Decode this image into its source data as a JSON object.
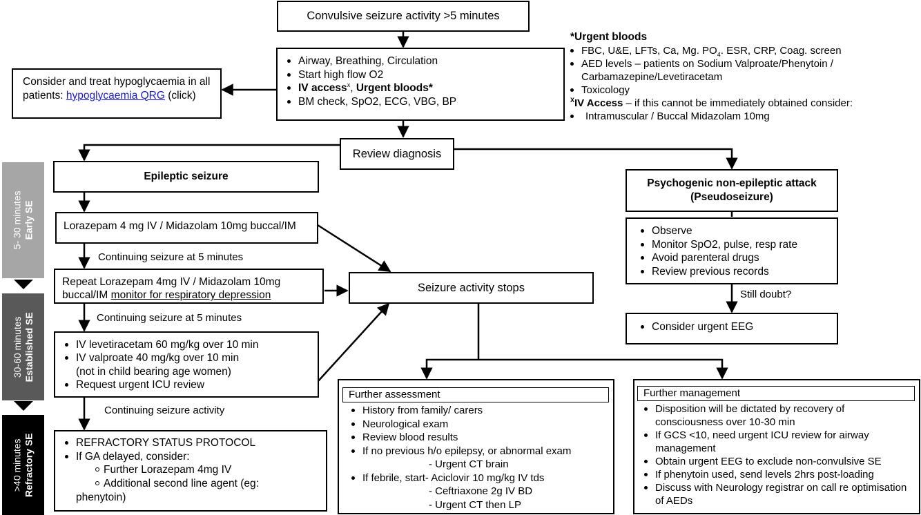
{
  "start": {
    "text": "Convulsive seizure activity >5 minutes"
  },
  "initial": {
    "items": [
      "Airway, Breathing, Circulation",
      "Start high flow O2",
      "BM check, SpO2, ECG, VBG, BP"
    ],
    "iv_access": "IV access",
    "iv_sup": "x",
    "comma": ", ",
    "urgent_bloods": "Urgent bloods*"
  },
  "hypo": {
    "text_before": "Consider and treat hypoglycaemia in all patients:",
    "link": "hypoglycaemia QRG",
    "text_after": "(click)"
  },
  "notes": {
    "title": "*Urgent bloods",
    "bloods_line1_pre": "FBC, U&E, LFTs, Ca, Mg. PO",
    "bloods_line1_sub": "4",
    "bloods_line1_post": ". ESR, CRP, Coag. screen",
    "aed": "AED levels – patients on Sodium Valproate/Phenytoin / Carbamazepine/Levetiracetam",
    "tox": "Toxicology",
    "iv_mark": "X",
    "iv_title": "IV Access",
    "iv_text": " – if this cannot be immediately obtained consider:",
    "iv_item": "Intramuscular / Buccal Midazolam 10mg"
  },
  "review": {
    "text": "Review diagnosis"
  },
  "epileptic": {
    "text": "Epileptic seizure"
  },
  "pnea": {
    "line1": "Psychogenic non-epileptic attack",
    "line2": "(Pseudoseizure)"
  },
  "pnea_actions": {
    "items": [
      "Observe",
      "Monitor SpO2, pulse, resp rate",
      "Avoid parenteral drugs",
      "Review  previous records"
    ]
  },
  "still_doubt": "Still doubt?",
  "eeg": {
    "items": [
      "Consider urgent EEG"
    ]
  },
  "lorazepam": {
    "text": "Lorazepam 4 mg IV / Midazolam 10mg buccal/IM"
  },
  "cont1": "Continuing seizure at 5 minutes",
  "repeat": {
    "text": "Repeat Lorazepam 4mg IV / Midazolam 10mg buccal/IM",
    "underlined": "monitor for respiratory depression"
  },
  "cont2": "Continuing seizure at 5 minutes",
  "second_line": {
    "items": [
      "IV levetiracetam 60 mg/kg over 10 min",
      "IV valproate 40 mg/kg over 10 min",
      "Request urgent ICU review"
    ],
    "note": "(not in child bearing age women)"
  },
  "cont3": "Continuing seizure activity",
  "refractory": {
    "item1": "REFRACTORY STATUS PROTOCOL",
    "item2": "If GA delayed, consider:",
    "sub1": "Further Lorazepam 4mg IV",
    "sub2": "Additional second line agent (eg:",
    "sub2b": "phenytoin)"
  },
  "stops": {
    "text": "Seizure activity stops"
  },
  "assessment": {
    "title": "Further assessment",
    "items": [
      "History from family/ carers",
      "Neurological exam",
      "Review blood results",
      "If no previous h/o epilepsy, or abnormal exam",
      "If febrile, start- Aciclovir 10 mg/kg IV tds"
    ],
    "ct": "- Urgent CT brain",
    "ceftriaxone": "- Ceftriaxone 2g IV BD",
    "ct_lp": "- Urgent CT then LP"
  },
  "management": {
    "title": "Further management",
    "items": [
      "Disposition will be dictated by recovery of consciousness over 10-30 min",
      "If GCS <10, need urgent ICU review for airway management",
      "Obtain urgent EEG to exclude non-convulsive SE",
      "If phenytoin used, send levels 2hrs post-loading",
      "Discuss with Neurology registrar on call re optimisation of AEDs"
    ]
  },
  "phases": [
    {
      "line1": "5- 30 minutes",
      "line2": "Early SE"
    },
    {
      "line1": "30-60 minutes",
      "line2": "Established SE"
    },
    {
      "line1": ">40 minutes",
      "line2": "Refractory SE"
    }
  ],
  "colors": {
    "phase1": "#a6a6a6",
    "phase2": "#595959",
    "phase3": "#000000",
    "link": "#1a1adb"
  }
}
